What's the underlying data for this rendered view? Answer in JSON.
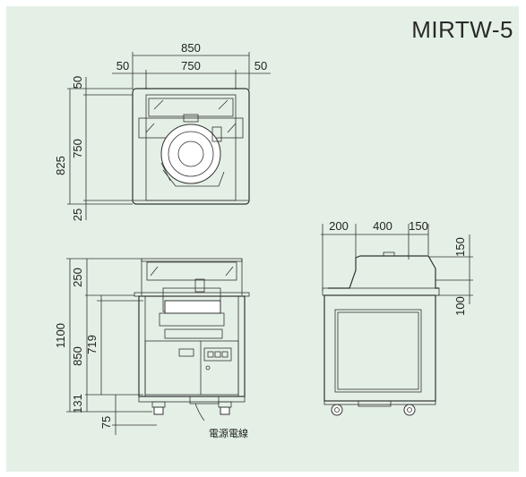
{
  "model": "MIRTW-5",
  "top_view": {
    "width_total": "850",
    "width_left": "50",
    "width_inner": "750",
    "width_right": "50",
    "depth_total": "825",
    "depth_top": "50",
    "depth_inner": "750",
    "depth_bottom": "25"
  },
  "front_view": {
    "height_total": "1100",
    "height_top": "250",
    "height_counter": "850",
    "height_inner": "719",
    "height_base": "131",
    "height_caster": "75",
    "cable_label": "電源電線"
  },
  "side_view": {
    "w1": "200",
    "w2": "400",
    "w3": "150",
    "h1": "150",
    "h2": "100"
  }
}
